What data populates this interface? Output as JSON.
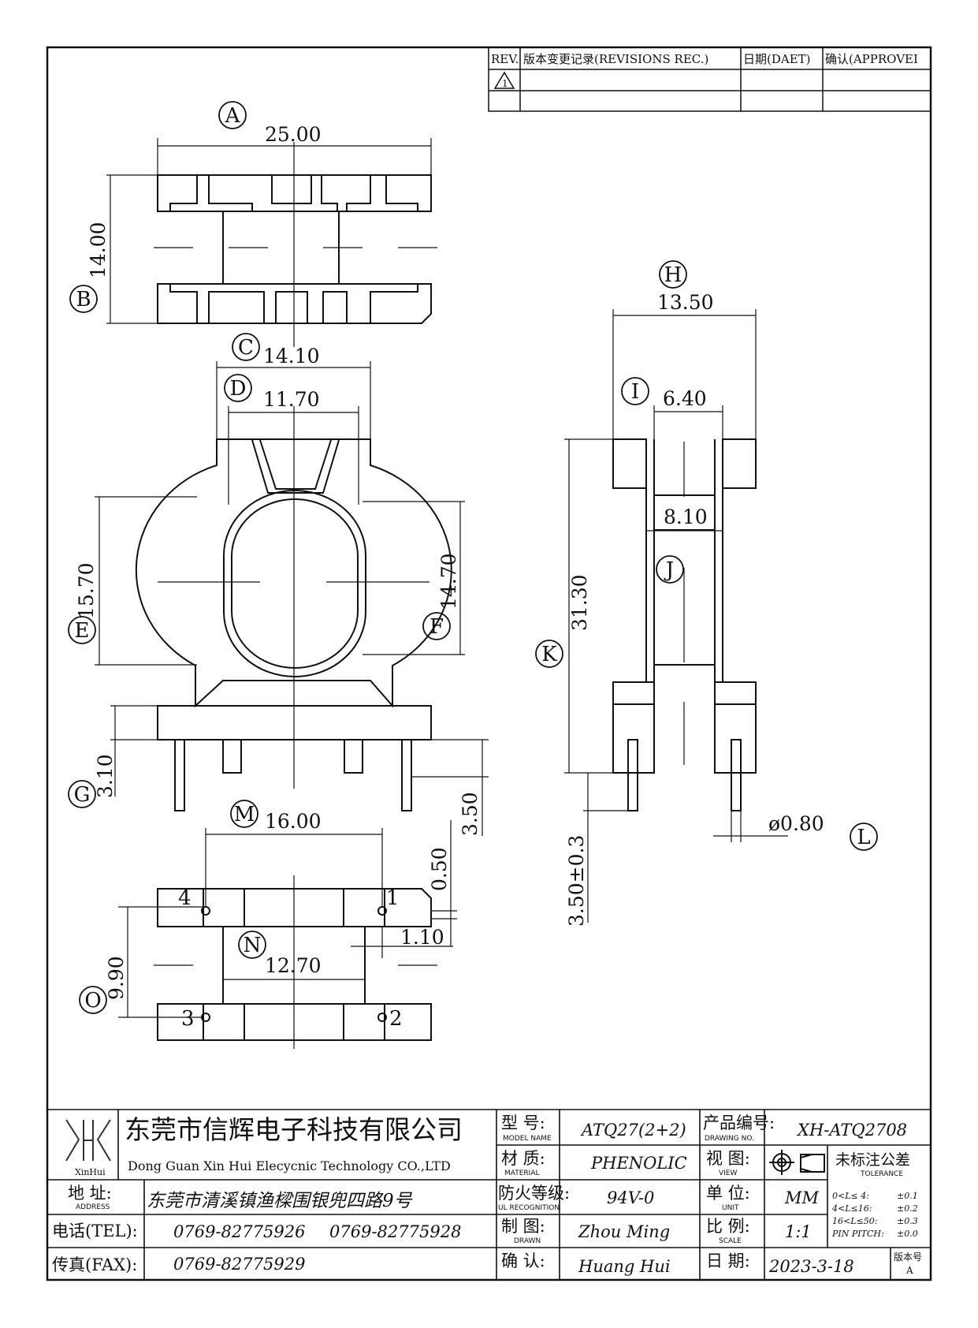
{
  "revisions": {
    "rev": "REV.",
    "record": "版本变更记录(REVISIONS REC.)",
    "date": "日期(DAET)",
    "approve": "确认(APPROVEI",
    "mark": "1"
  },
  "dimensions": {
    "A": "25.00",
    "B": "14.00",
    "C": "14.10",
    "D": "11.70",
    "E": "15.70",
    "F": "14.70",
    "G": "3.10",
    "pin_len": "3.50",
    "H": "13.50",
    "I": "6.40",
    "core": "8.10",
    "K": "31.30",
    "L": "ø0.80",
    "M": "16.00",
    "N": "12.70",
    "O": "9.90",
    "pin_offset": "0.50",
    "pin_inset": "1.10",
    "side_pin": "3.50±0.3"
  },
  "callouts": [
    "A",
    "B",
    "C",
    "D",
    "E",
    "F",
    "G",
    "H",
    "I",
    "J",
    "K",
    "L",
    "M",
    "N",
    "O"
  ],
  "pins": [
    "1",
    "2",
    "3",
    "4"
  ],
  "title_block": {
    "company_cn": "东莞市信辉电子科技有限公司",
    "company_en": "Dong Guan Xin Hui Elecycnic Technology CO.,LTD",
    "logo_text": "XinHui",
    "address_label": "地  址:",
    "address_en": "ADDRESS",
    "address": "东莞市清溪镇渔樑围银兜四路9号",
    "tel_label": "电话(TEL):",
    "tel": [
      "0769-82775926",
      "0769-82775928"
    ],
    "fax_label": "传真(FAX):",
    "fax": "0769-82775929",
    "model_label": "型  号:",
    "model_label_en": "MODEL NAME",
    "model": "ATQ27(2+2)",
    "material_label": "材  质:",
    "material_label_en": "MATERIAL",
    "material": "PHENOLIC",
    "ul_label": "防火等级:",
    "ul_label_en": "UL RECOGNITION",
    "ul": "94V-0",
    "drawn_label": "制  图:",
    "drawn_label_en": "DRAWN",
    "drawn": "Zhou Ming",
    "check_label": "确  认:",
    "check": "Huang Hui",
    "drawing_no_label": "产品编号:",
    "drawing_no_label_en": "DRAWING NO.",
    "drawing_no": "XH-ATQ2708",
    "view_label": "视  图:",
    "view_label_en": "VIEW",
    "unit_label": "单  位:",
    "unit_label_en": "UNIT",
    "unit": "MM",
    "scale_label": "比  例:",
    "scale_label_en": "SCALE",
    "scale": "1:1",
    "date_label": "日  期:",
    "date": "2023-3-18",
    "tolerance_label": "未标注公差",
    "tolerance_label_en": "TOLERANCE",
    "tolerances": [
      {
        "range": "0<L≤ 4:",
        "value": "±0.1"
      },
      {
        "range": "4<L≤16:",
        "value": "±0.2"
      },
      {
        "range": "16<L≤50:",
        "value": "±0.3"
      },
      {
        "range": "PIN PITCH:",
        "value": "±0.0"
      }
    ],
    "version_label": "版本号",
    "version": "A"
  }
}
